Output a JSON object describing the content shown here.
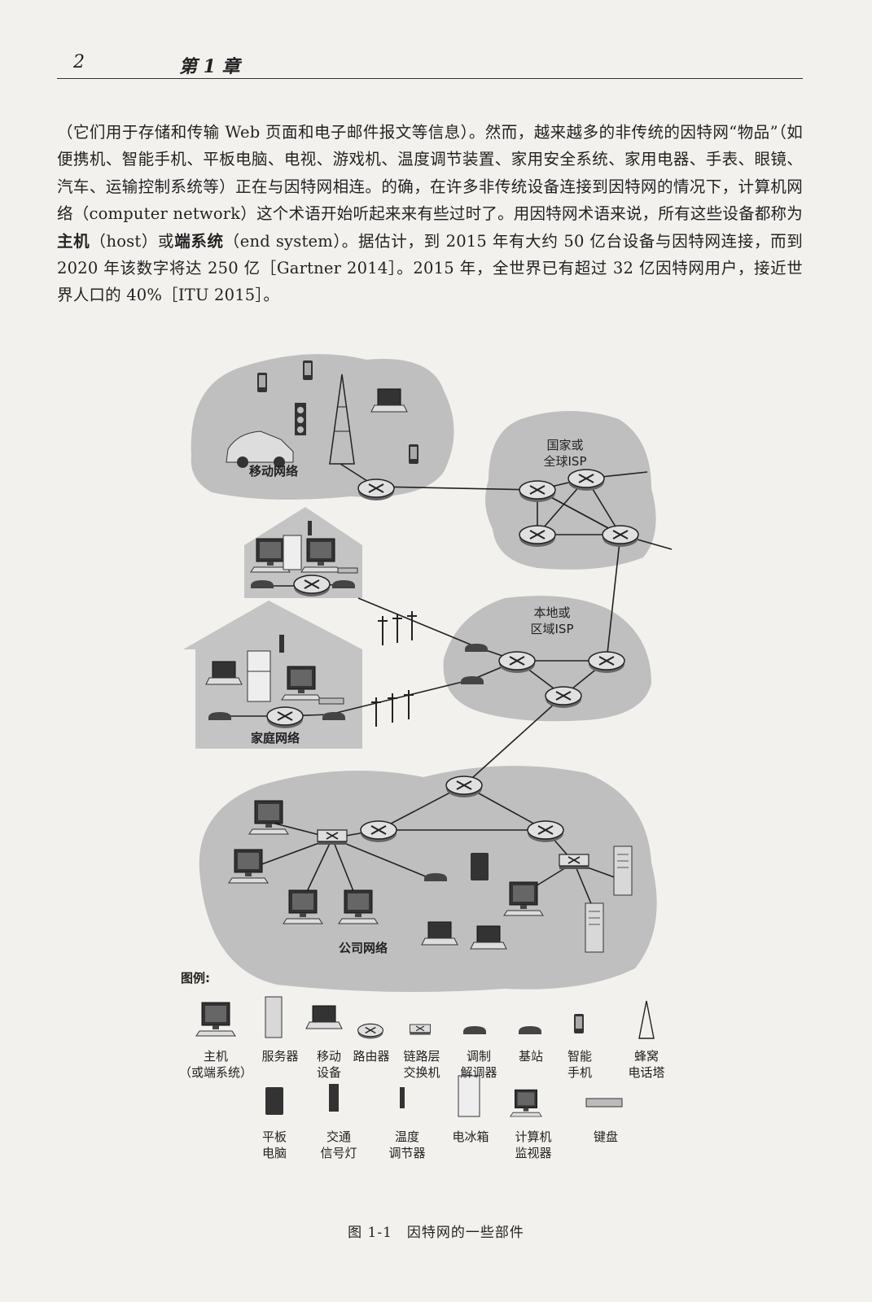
{
  "header": {
    "page_number": "2",
    "chapter": "第 1 章"
  },
  "body": {
    "text_before_host": "（它们用于存储和传输 Web 页面和电子邮件报文等信息）。然而，越来越多的非传统的因特网“物品”（如便携机、智能手机、平板电脑、电视、游戏机、温度调节装置、家用安全系统、家用电器、手表、眼镜、汽车、运输控制系统等）正在与因特网相连。的确，在许多非传统设备连接到因特网的情况下，计算机网络（computer network）这个术语开始听起来来有些过时了。用因特网术语来说，所有这些设备都称为",
    "term_host": "主机",
    "text_host_en": "（host）或",
    "term_end_system": "端系统",
    "text_after": "（end system）。据估计，到 2015 年有大约 50 亿台设备与因特网连接，而到 2020 年该数字将达 250 亿［Gartner 2014］。2015 年，全世界已有超过 32 亿因特网用户，接近世界人口的 40%［ITU 2015］。"
  },
  "figure": {
    "labels": {
      "mobile_network": "移动网络",
      "national_isp_line1": "国家或",
      "national_isp_line2": "全球ISP",
      "local_isp_line1": "本地或",
      "local_isp_line2": "区域ISP",
      "home_network": "家庭网络",
      "enterprise_network": "公司网络"
    },
    "legend": {
      "title": "图例:",
      "items": [
        {
          "line1": "主机",
          "line2": "（或端系统）",
          "icon": "host-icon"
        },
        {
          "line1": "服务器",
          "line2": "",
          "icon": "server-icon"
        },
        {
          "line1": "移动",
          "line2": "设备",
          "icon": "mobile-device-icon"
        },
        {
          "line1": "路由器",
          "line2": "",
          "icon": "router-icon"
        },
        {
          "line1": "链路层",
          "line2": "交换机",
          "icon": "link-layer-switch-icon"
        },
        {
          "line1": "调制",
          "line2": "解调器",
          "icon": "modem-icon"
        },
        {
          "line1": "基站",
          "line2": "",
          "icon": "base-station-icon"
        },
        {
          "line1": "智能",
          "line2": "手机",
          "icon": "smartphone-icon"
        },
        {
          "line1": "蜂窝",
          "line2": "电话塔",
          "icon": "cell-tower-icon"
        },
        {
          "line1": "平板",
          "line2": "电脑",
          "icon": "tablet-icon"
        },
        {
          "line1": "交通",
          "line2": "信号灯",
          "icon": "traffic-light-icon"
        },
        {
          "line1": "温度",
          "line2": "调节器",
          "icon": "thermostat-icon"
        },
        {
          "line1": "电冰箱",
          "line2": "",
          "icon": "refrigerator-icon"
        },
        {
          "line1": "计算机",
          "line2": "监视器",
          "icon": "monitor-icon"
        },
        {
          "line1": "键盘",
          "line2": "",
          "icon": "keyboard-icon"
        }
      ]
    },
    "caption": "图 1-1　因特网的一些部件"
  }
}
